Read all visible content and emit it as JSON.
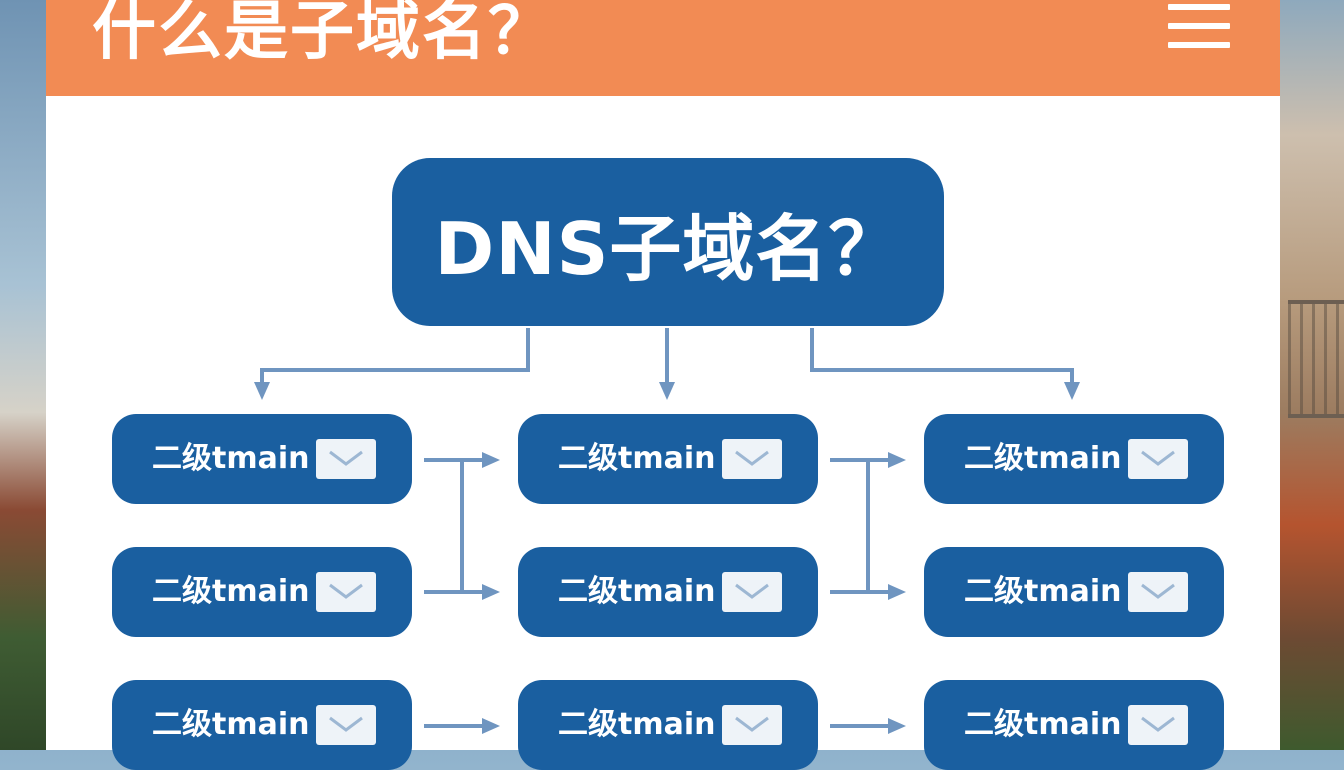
{
  "header": {
    "title": "什么是子域名？",
    "menu_icon": "hamburger-menu-icon"
  },
  "diagram": {
    "root_label": "DNS子域名？",
    "node_icon": "envelope-icon",
    "colors": {
      "header": "#f28b54",
      "node": "#1a5fa0",
      "connector": "#6f95c0"
    },
    "rows": [
      [
        "二级tmain",
        "二级tmain",
        "二级tmain"
      ],
      [
        "二级tmain",
        "二级tmain",
        "二级tmain"
      ],
      [
        "二级tmain",
        "二级tmain",
        "二级tmain"
      ]
    ]
  }
}
